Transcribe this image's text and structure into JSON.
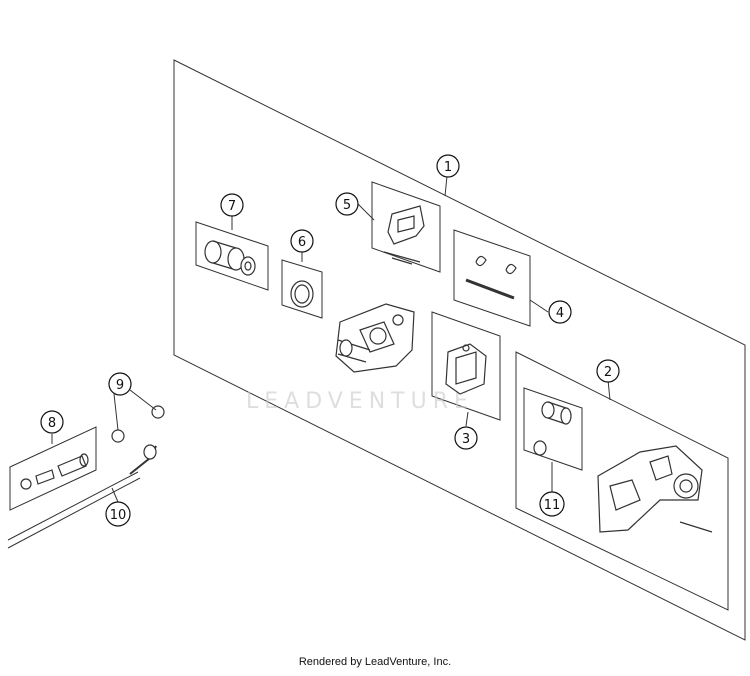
{
  "callouts": [
    "1",
    "2",
    "3",
    "4",
    "5",
    "6",
    "7",
    "8",
    "9",
    "10",
    "11"
  ],
  "watermark": "LEADVENTURE",
  "footer": "Rendered by LeadVenture, Inc."
}
